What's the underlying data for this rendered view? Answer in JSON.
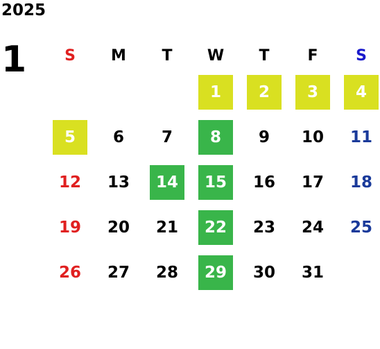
{
  "calendar": {
    "year": "2025",
    "month": "1",
    "weekdays": [
      "S",
      "M",
      "T",
      "W",
      "T",
      "F",
      "S"
    ],
    "colors": {
      "sunday": "#e02020",
      "saturday": "#1a3a9a",
      "weekday": "#000000",
      "highlight_yellow": "#d9e021",
      "highlight_green": "#39b54a"
    },
    "weeks": [
      [
        null,
        null,
        null,
        {
          "d": "1",
          "h": "yellow"
        },
        {
          "d": "2",
          "h": "yellow"
        },
        {
          "d": "3",
          "h": "yellow"
        },
        {
          "d": "4",
          "h": "yellow"
        }
      ],
      [
        {
          "d": "5",
          "h": "yellow"
        },
        {
          "d": "6"
        },
        {
          "d": "7"
        },
        {
          "d": "8",
          "h": "green"
        },
        {
          "d": "9"
        },
        {
          "d": "10"
        },
        {
          "d": "11"
        }
      ],
      [
        {
          "d": "12"
        },
        {
          "d": "13"
        },
        {
          "d": "14",
          "h": "green"
        },
        {
          "d": "15",
          "h": "green"
        },
        {
          "d": "16"
        },
        {
          "d": "17"
        },
        {
          "d": "18"
        }
      ],
      [
        {
          "d": "19"
        },
        {
          "d": "20"
        },
        {
          "d": "21"
        },
        {
          "d": "22",
          "h": "green"
        },
        {
          "d": "23"
        },
        {
          "d": "24"
        },
        {
          "d": "25"
        }
      ],
      [
        {
          "d": "26"
        },
        {
          "d": "27"
        },
        {
          "d": "28"
        },
        {
          "d": "29",
          "h": "green"
        },
        {
          "d": "30"
        },
        {
          "d": "31"
        },
        null
      ]
    ]
  }
}
